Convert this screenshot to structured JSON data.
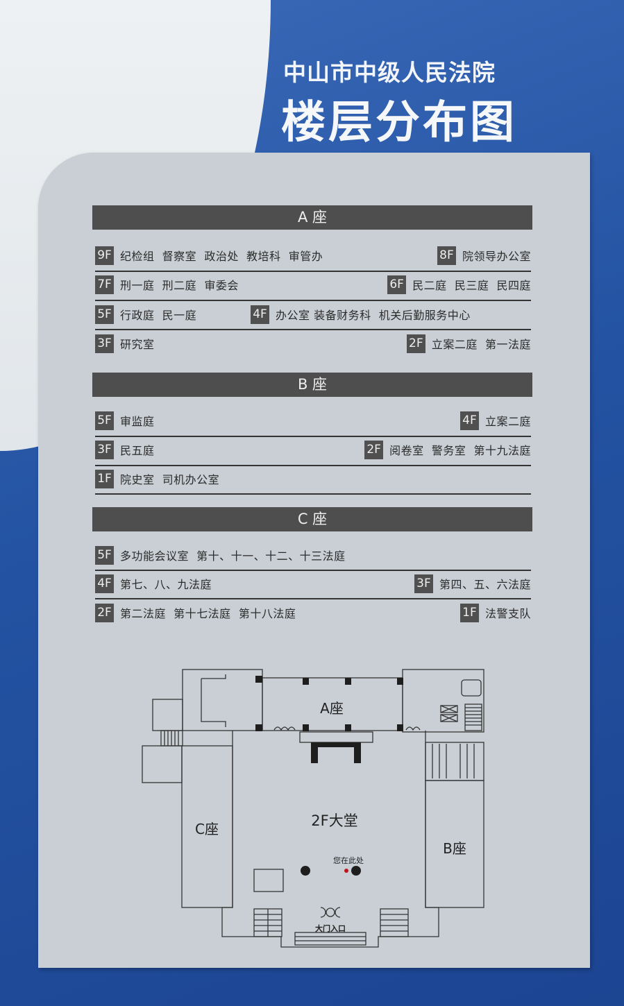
{
  "header": {
    "org": "中山市中级人民法院",
    "title": "楼层分布图"
  },
  "sections": [
    {
      "name": "A 座",
      "rows": [
        {
          "left": {
            "floor": "9F",
            "rooms": "纪检组  督察室  政治处  教培科  审管办"
          },
          "right": {
            "floor": "8F",
            "rooms": "院领导办公室"
          }
        },
        {
          "left": {
            "floor": "7F",
            "rooms": "刑一庭  刑二庭  审委会"
          },
          "right": {
            "floor": "6F",
            "rooms": "民二庭  民三庭  民四庭"
          }
        },
        {
          "left": {
            "floor": "5F",
            "rooms": "行政庭  民一庭"
          },
          "mid": {
            "floor": "4F",
            "rooms": "办公室 装备财务科  机关后勤服务中心"
          }
        },
        {
          "left": {
            "floor": "3F",
            "rooms": "研究室"
          },
          "right": {
            "floor": "2F",
            "rooms": "立案二庭  第一法庭"
          }
        }
      ]
    },
    {
      "name": "B 座",
      "rows": [
        {
          "left": {
            "floor": "5F",
            "rooms": "审监庭"
          },
          "right": {
            "floor": "4F",
            "rooms": "立案二庭"
          }
        },
        {
          "left": {
            "floor": "3F",
            "rooms": "民五庭"
          },
          "right": {
            "floor": "2F",
            "rooms": "阅卷室  警务室  第十九法庭"
          }
        },
        {
          "left": {
            "floor": "1F",
            "rooms": "院史室  司机办公室"
          }
        }
      ]
    },
    {
      "name": "C 座",
      "rows": [
        {
          "left": {
            "floor": "5F",
            "rooms": "多功能会议室  第十、十一、十二、十三法庭"
          }
        },
        {
          "left": {
            "floor": "4F",
            "rooms": "第七、八、九法庭"
          },
          "right": {
            "floor": "3F",
            "rooms": "第四、五、六法庭"
          }
        },
        {
          "left": {
            "floor": "2F",
            "rooms": "第二法庭  第十七法庭  第十八法庭"
          },
          "right": {
            "floor": "1F",
            "rooms": "法警支队"
          }
        }
      ]
    }
  ],
  "floor_plan": {
    "a": "A座",
    "b": "B座",
    "c": "C座",
    "lobby": "2F大堂",
    "you_are_here": "您在此处",
    "entrance": "大门入口"
  },
  "colors": {
    "blue": "#2453a3",
    "header_bar": "#4e4e4e",
    "panel": "#c9cfd5",
    "you_are_here_dot": "#c0141c"
  }
}
